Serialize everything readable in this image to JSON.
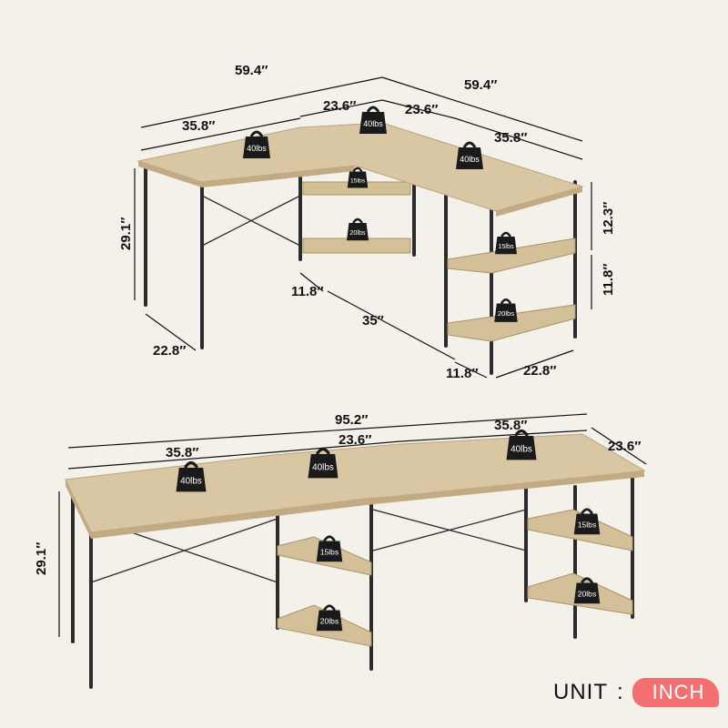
{
  "top_view": {
    "dimensions": {
      "total_left": "59.4″",
      "top_middle_left": "23.6″",
      "top_middle_right": "23.6″",
      "total_right": "59.4″",
      "left_desk": "35.8″",
      "right_desk": "35.8″",
      "height": "29.1″",
      "upper_shelf_gap": "12.3″",
      "lower_shelf_gap": "11.8″",
      "shelf_depth_left": "11.8″",
      "span": "35″",
      "shelf_depth_right": "11.8″",
      "depth_right": "22.8″",
      "depth_left": "22.8″"
    },
    "weights": [
      "40lbs",
      "40lbs",
      "40lbs",
      "15lbs",
      "15lbs",
      "20lbs",
      "20lbs"
    ]
  },
  "bottom_view": {
    "dimensions": {
      "total_length": "95.2″",
      "left_desk": "35.8″",
      "middle": "23.6″",
      "right_desk": "35.8″",
      "depth": "23.6″",
      "height": "29.1″"
    },
    "weights": [
      "40lbs",
      "40lbs",
      "40lbs",
      "15lbs",
      "15lbs",
      "20lbs",
      "20lbs"
    ]
  },
  "unit": {
    "label": "UNIT",
    "separator": ":",
    "value": "INCH"
  },
  "colors": {
    "background": "#f4f1ea",
    "wood": "#d9c6a2",
    "frame": "#2b2b2b",
    "badge": "#f46f72"
  }
}
